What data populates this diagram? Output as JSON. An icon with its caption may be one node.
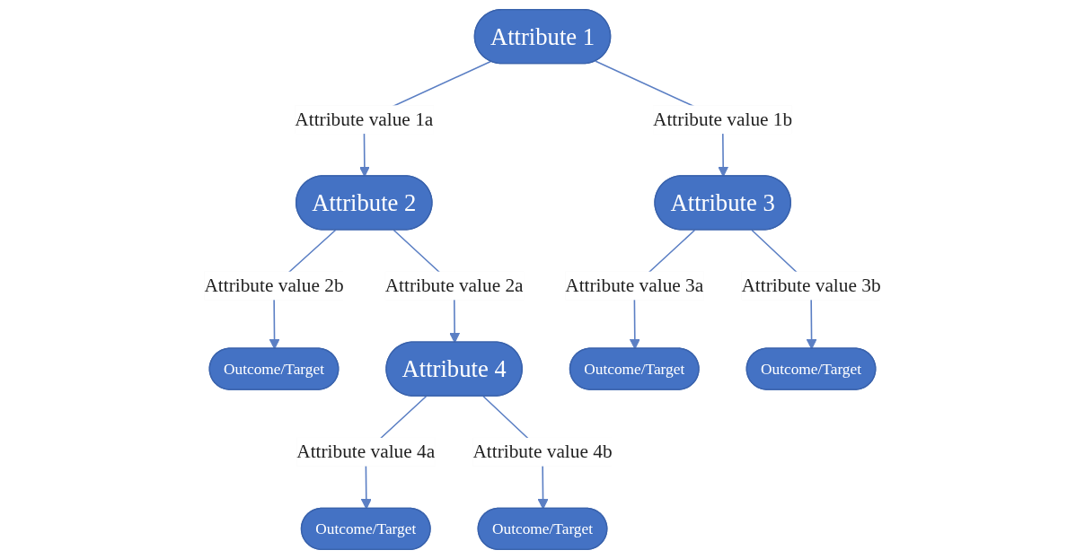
{
  "diagram": {
    "nodes": [
      {
        "text": [
          "Attribute 1"
        ]
      },
      {
        "text": [
          "Attribute 2"
        ]
      },
      {
        "text": [
          "Attribute 3"
        ]
      },
      {
        "text": [
          "Outcome/Target"
        ]
      },
      {
        "text": [
          "Attribute 4"
        ]
      },
      {
        "text": [
          "Outcome/Target"
        ]
      },
      {
        "text": [
          "Outcome/Target"
        ]
      },
      {
        "text": [
          "Outcome/Target"
        ]
      },
      {
        "text": [
          "Outcome/Target"
        ]
      }
    ],
    "edges": [
      {
        "from": 0,
        "to": 1,
        "arrow": "to",
        "label": "Attribute value 1a"
      },
      {
        "from": 0,
        "to": 2,
        "arrow": "to",
        "label": "Attribute value 1b"
      },
      {
        "from": 1,
        "to": 4,
        "arrow": "to",
        "label": "Attribute value 2a"
      },
      {
        "from": 1,
        "to": 3,
        "arrow": "to",
        "label": "Attribute value 2b"
      },
      {
        "from": 2,
        "to": 5,
        "arrow": "to",
        "label": "Attribute value 3a"
      },
      {
        "from": 2,
        "to": 6,
        "arrow": "to",
        "label": "Attribute value 3b"
      },
      {
        "from": 4,
        "to": 7,
        "arrow": "to",
        "label": "Attribute value 4a"
      },
      {
        "from": 4,
        "to": 8,
        "arrow": "to",
        "label": "Attribute value 4b"
      }
    ]
  }
}
